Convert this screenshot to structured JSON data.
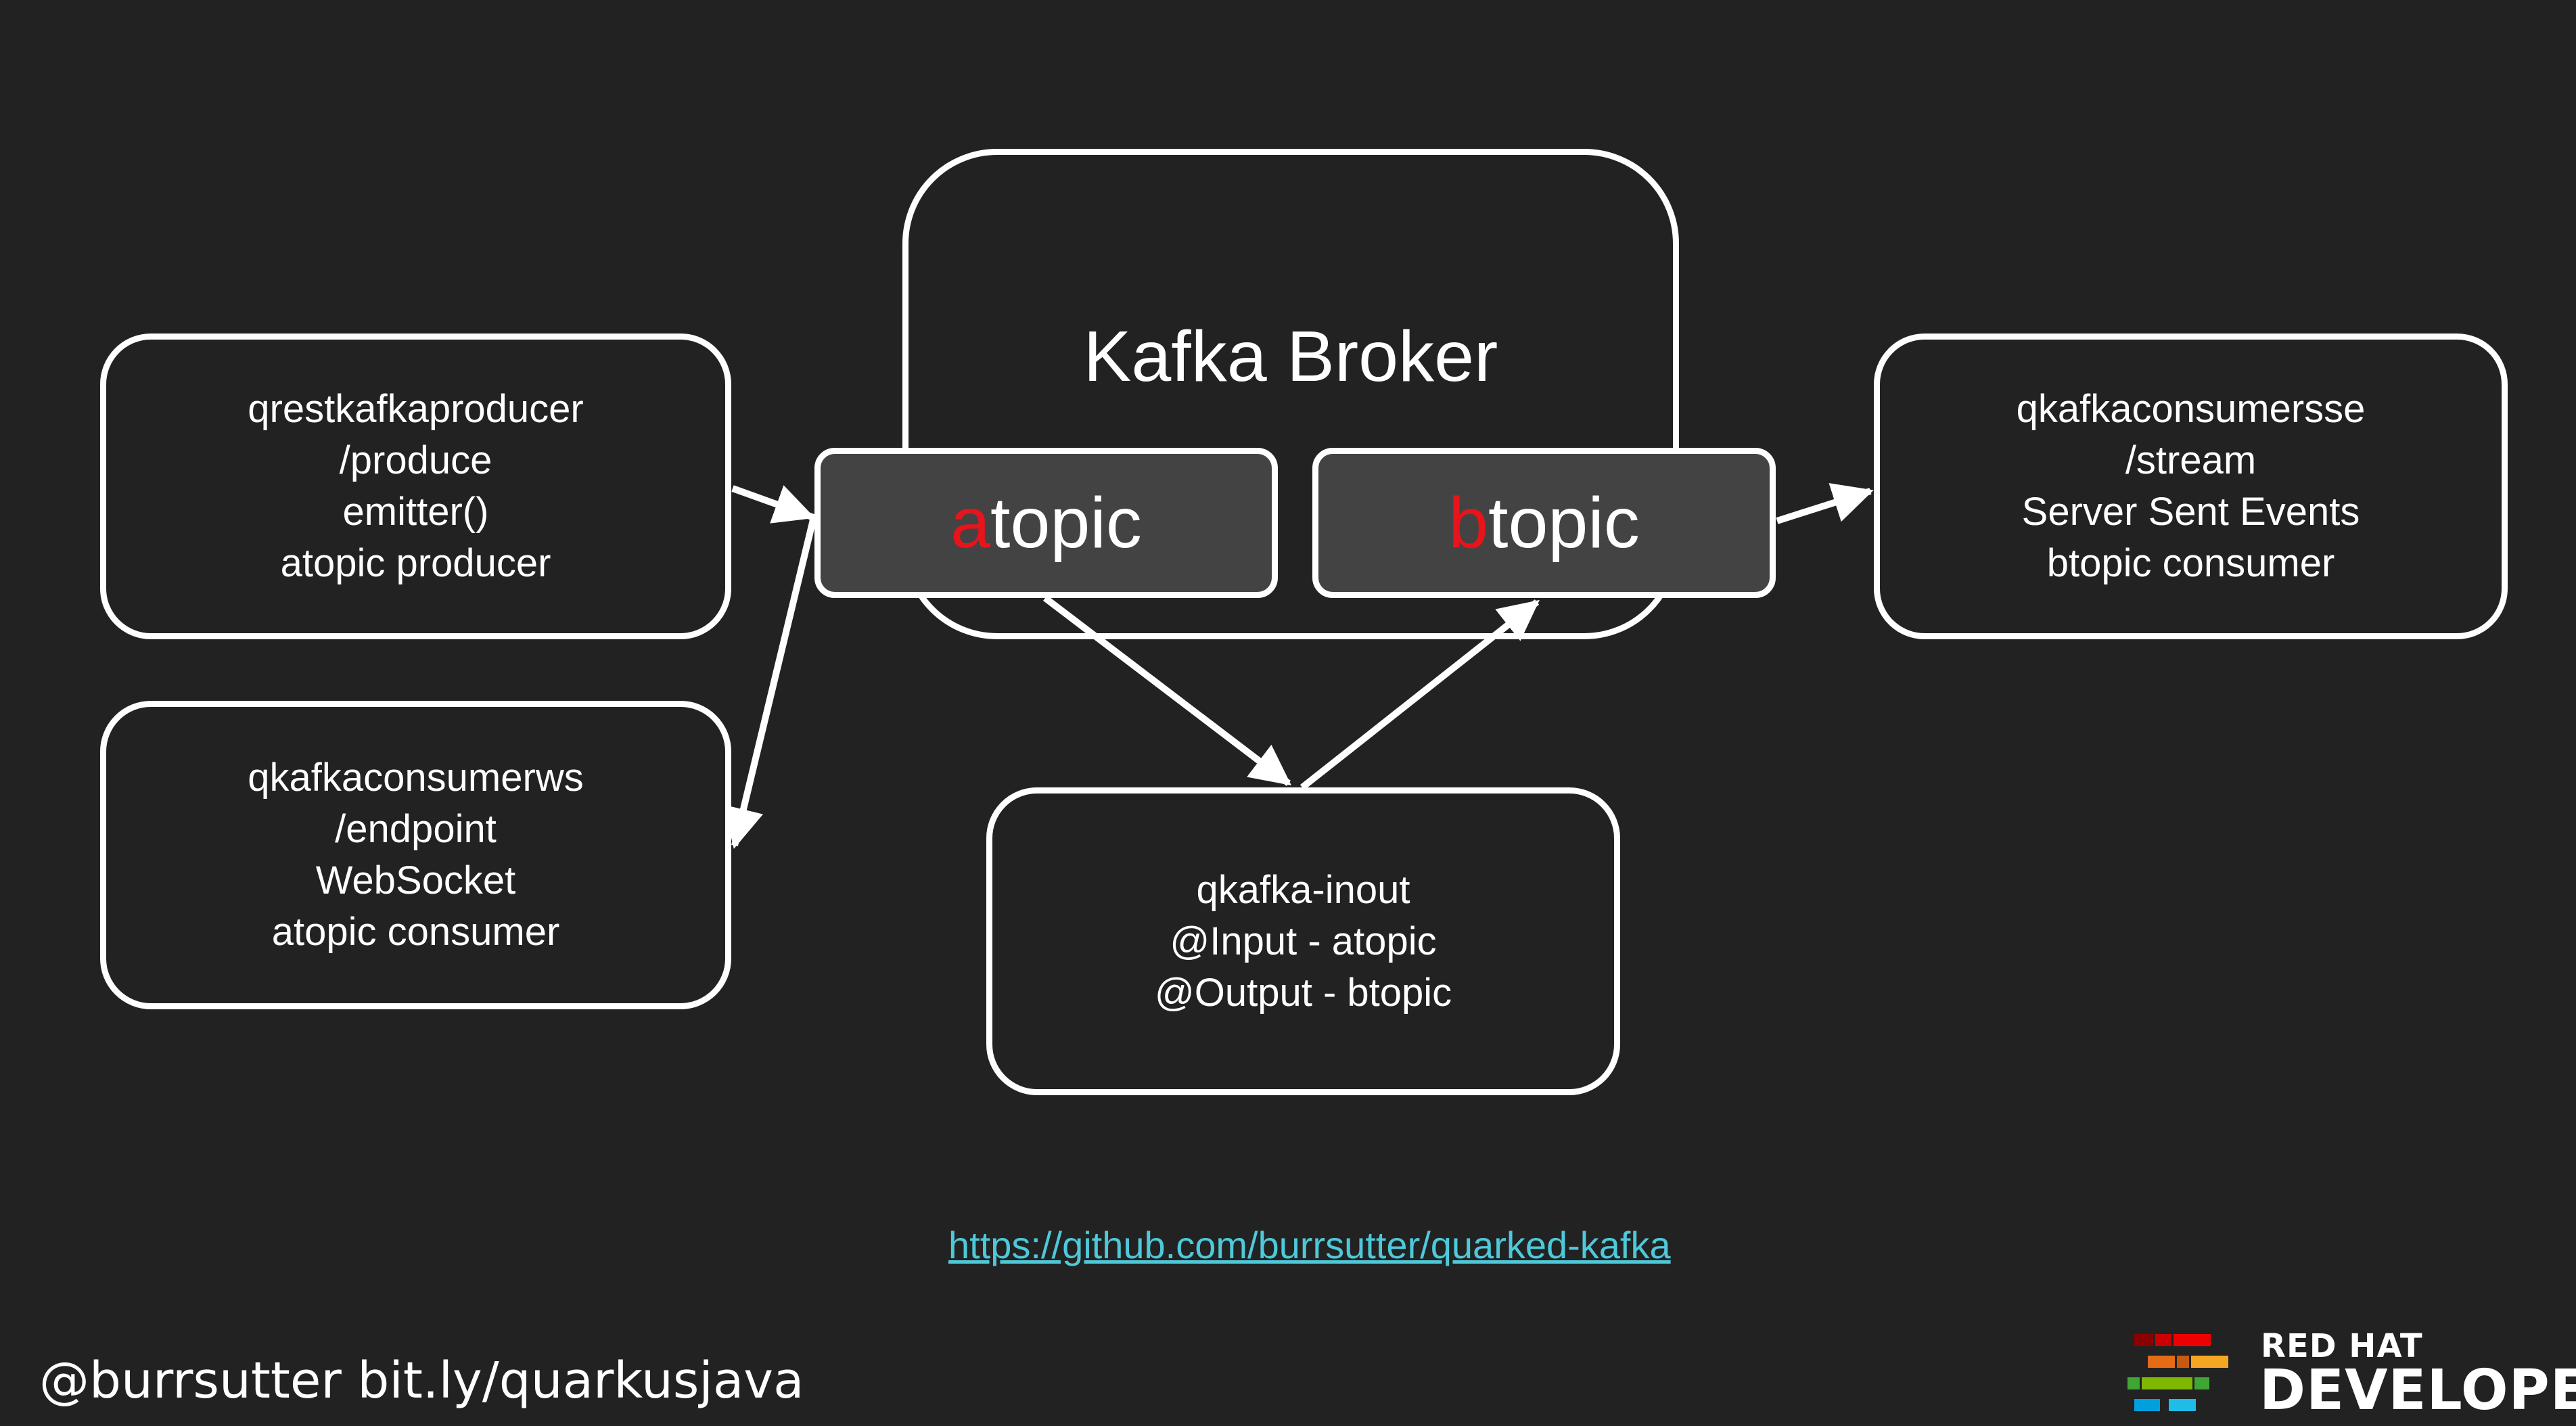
{
  "broker": {
    "title": "Kafka Broker"
  },
  "topics": {
    "a": {
      "highlight": "a",
      "rest": "topic"
    },
    "b": {
      "highlight": "b",
      "rest": "topic"
    }
  },
  "producer": {
    "lines": [
      "qrestkafkaproducer",
      "/produce",
      "emitter()",
      "atopic producer"
    ]
  },
  "ws_consumer": {
    "lines": [
      "qkafkaconsumerws",
      "/endpoint",
      "WebSocket",
      "atopic consumer"
    ]
  },
  "inout": {
    "lines": [
      "qkafka-inout",
      "@Input - atopic",
      "@Output - btopic"
    ]
  },
  "sse_consumer": {
    "lines": [
      "qkafkaconsumersse",
      "/stream",
      "Server Sent Events",
      "btopic consumer"
    ]
  },
  "link": {
    "text": "https://github.com/burrsutter/quarked-kafka"
  },
  "footer": {
    "handle": "@burrsutter bit.ly/quarkusjava"
  },
  "logo": {
    "line1": "RED HAT",
    "line2": "DEVELOPER",
    "icon": "red-hat-developer-logo-icon",
    "colors": [
      "#8b0000",
      "#cc0000",
      "#ee0000",
      "#e56b17",
      "#f5a623",
      "#7fb800",
      "#3fa535",
      "#00a0df",
      "#1fbce8"
    ]
  },
  "colors": {
    "background": "#222222",
    "topic_fill": "#434343",
    "highlight": "#e8141c",
    "link": "#4ec9d9"
  }
}
